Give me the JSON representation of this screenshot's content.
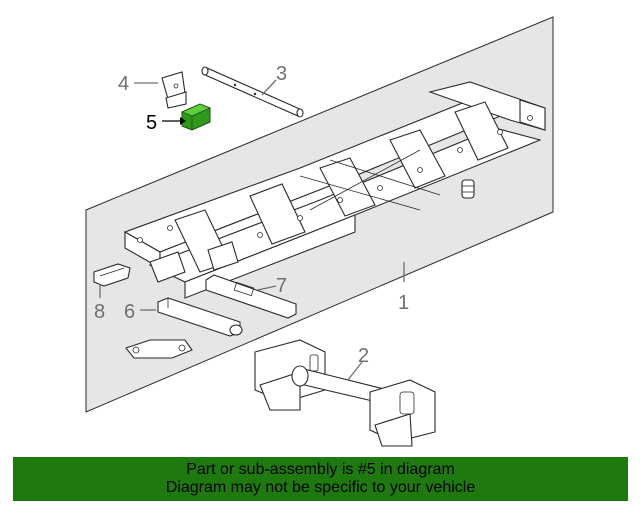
{
  "diagram": {
    "callouts": [
      {
        "number": "1"
      },
      {
        "number": "2"
      },
      {
        "number": "3"
      },
      {
        "number": "4"
      },
      {
        "number": "5"
      },
      {
        "number": "6"
      },
      {
        "number": "7"
      },
      {
        "number": "8"
      }
    ],
    "highlighted_callout": "5",
    "highlight_color": "#2f9a1a"
  },
  "banner": {
    "line1": "Part or sub-assembly is #5 in diagram",
    "line2": "Diagram may not be specific to your vehicle",
    "background_color": "#1e7a0e"
  }
}
